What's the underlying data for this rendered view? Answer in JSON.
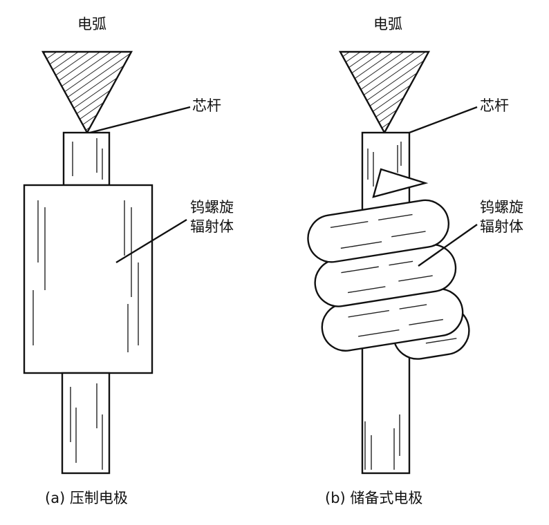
{
  "left": {
    "arc_label": "电弧",
    "core_rod_label": "芯杆",
    "radiator_label_line1": "钨螺旋",
    "radiator_label_line2": "辐射体",
    "caption": "(a) 压制电极"
  },
  "right": {
    "arc_label": "电弧",
    "core_rod_label": "芯杆",
    "radiator_label_line1": "钨螺旋",
    "radiator_label_line2": "辐射体",
    "caption": "(b) 储备式电极"
  }
}
